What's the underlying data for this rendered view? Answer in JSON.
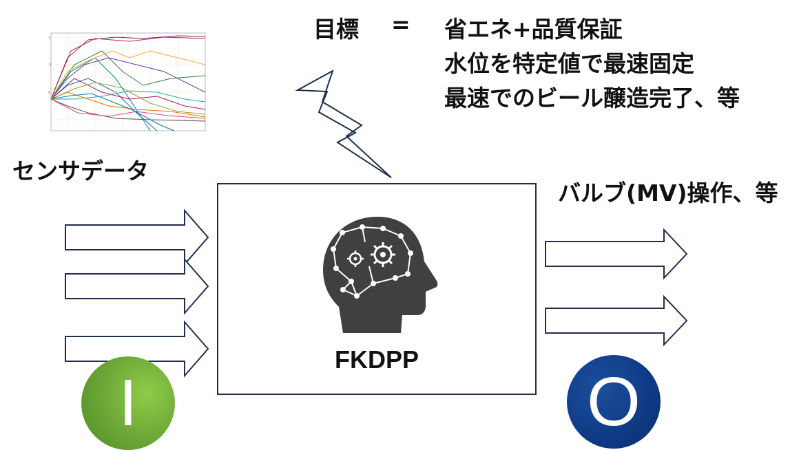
{
  "objective": {
    "label": "目標",
    "equals": "=",
    "lines": [
      "省エネ+品質保証",
      "水位を特定値で最速固定",
      "最速でのビール醸造完了、等"
    ]
  },
  "inputs": {
    "label": "センサデータ",
    "badge": "I"
  },
  "outputs": {
    "label": "バルブ(MV)操作、等",
    "badge": "O"
  },
  "model": {
    "name": "FKDPP",
    "icon": "ai-head-icon"
  },
  "colors": {
    "outline": "#1f2d4d",
    "input_badge": "#6aa535",
    "output_badge": "#0e3a84",
    "head": "#404040"
  }
}
